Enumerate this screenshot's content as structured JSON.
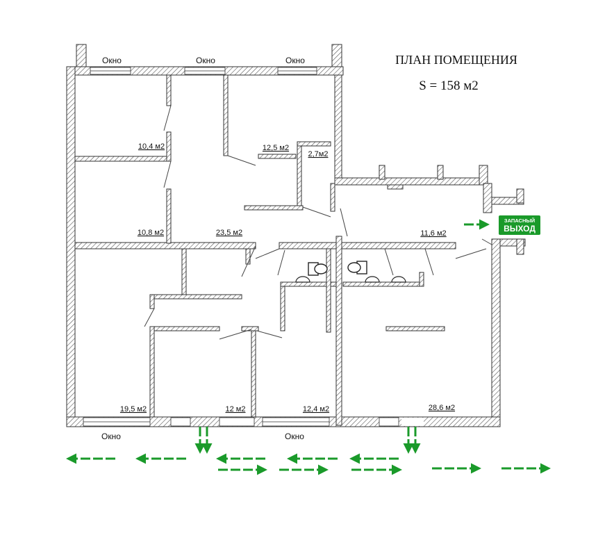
{
  "header": {
    "title": "ПЛАН ПОМЕЩЕНИЯ",
    "subtitle": "S = 158 м2"
  },
  "windows": {
    "top_1": "Окно",
    "top_2": "Окно",
    "top_3": "Окно",
    "bottom_1": "Окно",
    "bottom_2": "Окно"
  },
  "rooms": {
    "r_10_4": "10,4 м2",
    "r_12_5": "12,5 м2",
    "r_2_7": "2,7м2",
    "r_10_8": "10,8 м2",
    "r_23_5": "23,5 м2",
    "r_11_6": "11,6 м2",
    "r_19_5": "19,5 м2",
    "r_12": "12 м2",
    "r_12_4": "12,4 м2",
    "r_28_6": "28,6 м2"
  },
  "exit_sign": {
    "line1": "ЗАПАСНЫЙ",
    "line2": "ВЫХОД"
  },
  "colors": {
    "arrow_green": "#1a9a2a",
    "exit_sign_bg": "#1a9a2a",
    "wall_stroke": "#333333"
  }
}
